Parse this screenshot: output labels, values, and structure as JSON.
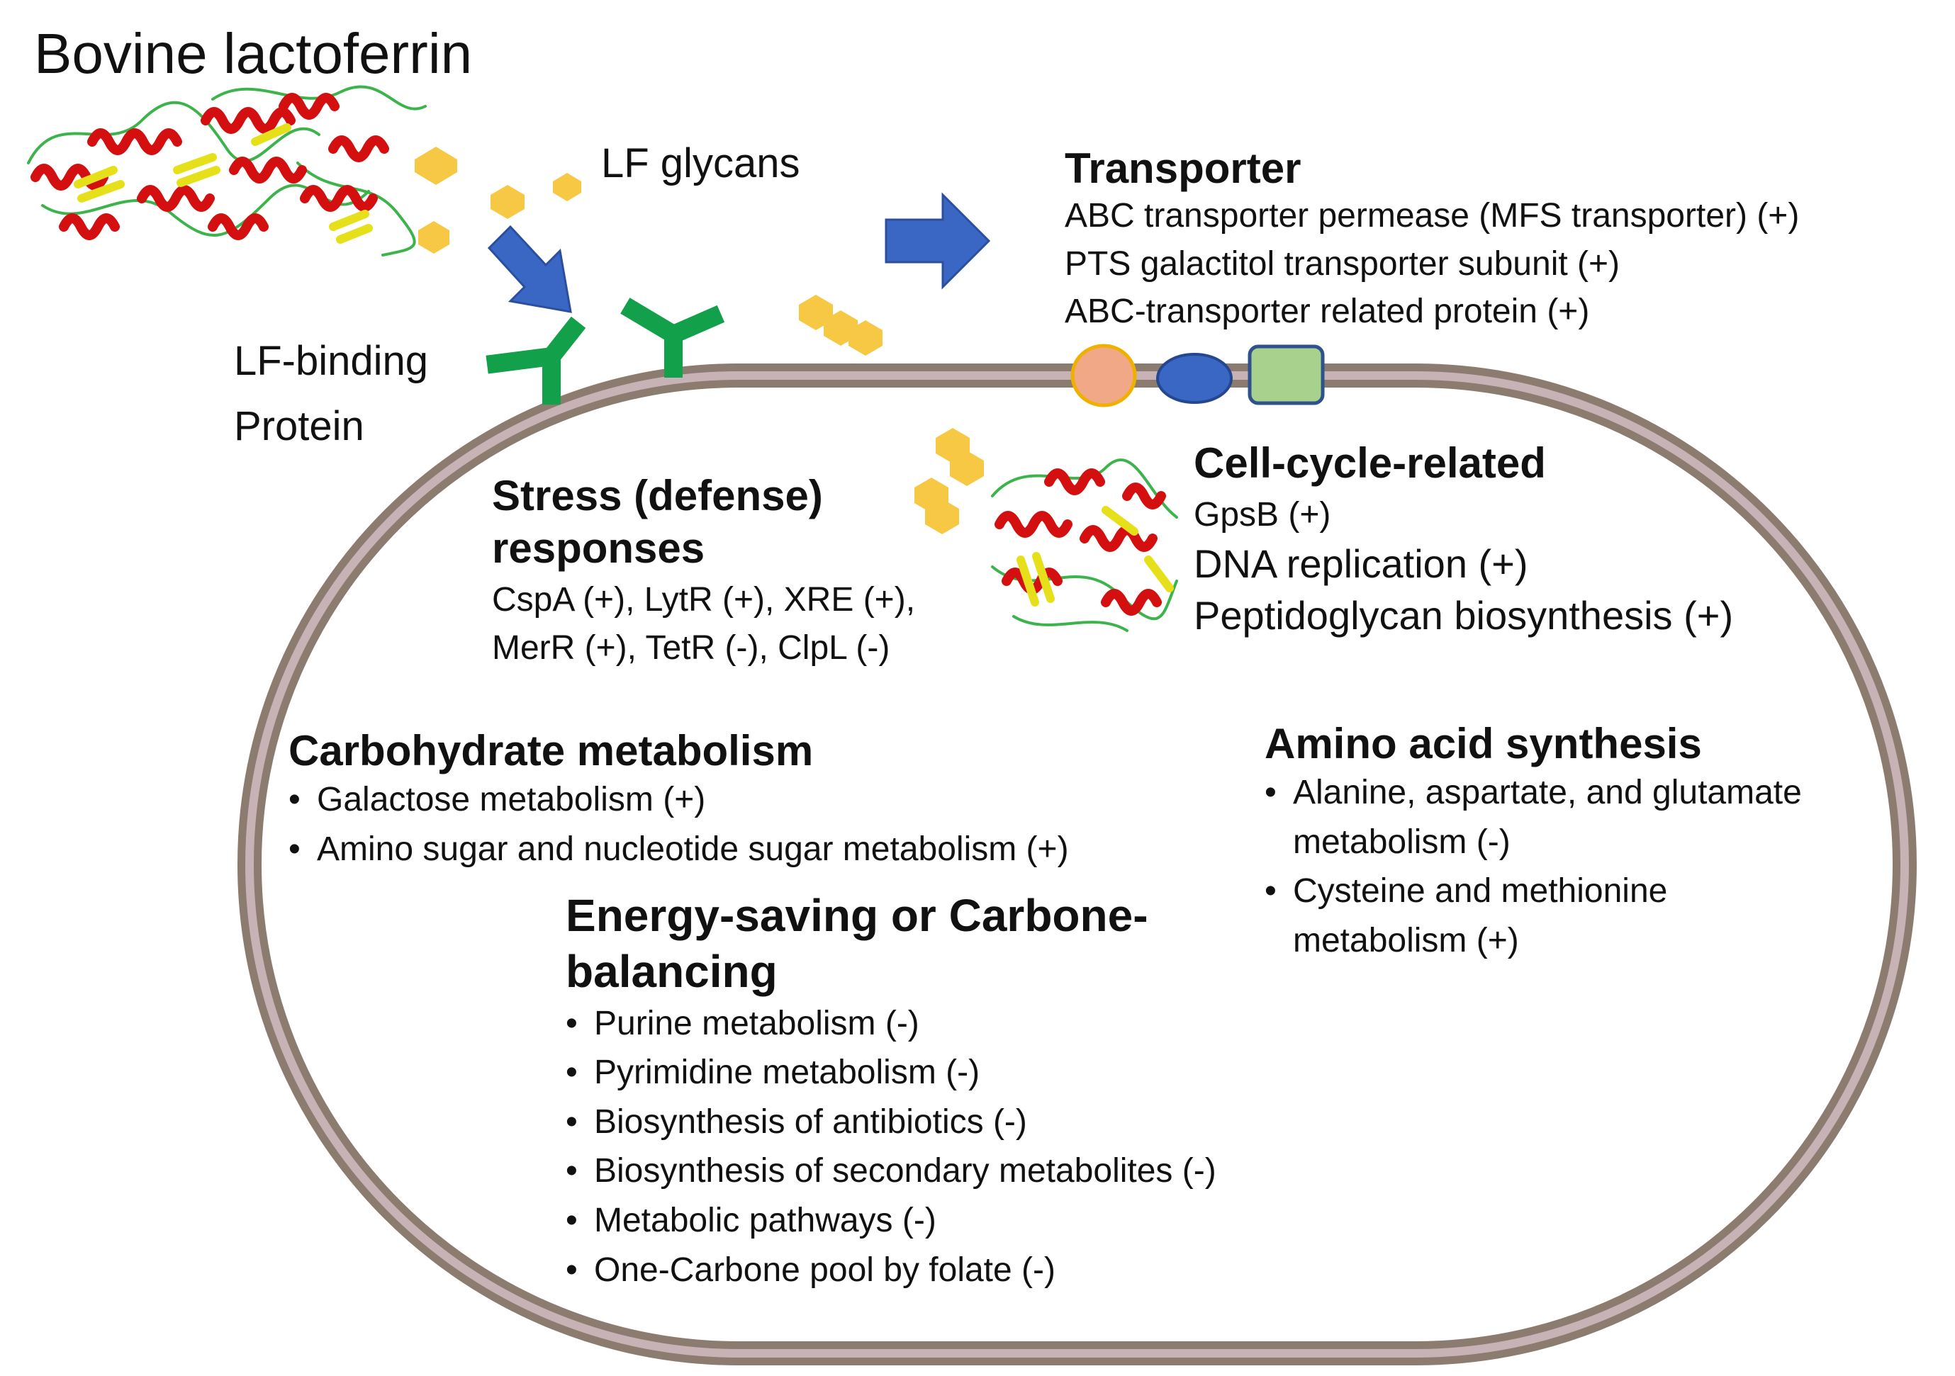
{
  "title": "Bovine lactoferrin",
  "glycans_label": "LF glycans",
  "binding_protein_label": [
    "LF-binding",
    "Protein"
  ],
  "transporter": {
    "heading": "Transporter",
    "items": [
      "ABC transporter permease (MFS transporter) (+)",
      "PTS galactitol transporter subunit (+)",
      "ABC-transporter related protein (+)"
    ]
  },
  "cell_cycle": {
    "heading": "Cell-cycle-related",
    "items": [
      "GpsB (+)",
      "DNA replication (+)",
      "Peptidoglycan biosynthesis (+)"
    ]
  },
  "stress": {
    "heading": [
      "Stress (defense)",
      "responses"
    ],
    "items": [
      "CspA (+), LytR (+), XRE (+),",
      "MerR (+), TetR (-), ClpL (-)"
    ]
  },
  "carbohydrate": {
    "heading": "Carbohydrate metabolism",
    "items": [
      "Galactose metabolism (+)",
      "Amino sugar and nucleotide sugar metabolism (+)"
    ]
  },
  "amino_acid": {
    "heading": "Amino acid synthesis",
    "items": [
      [
        "Alanine, aspartate, and glutamate",
        "metabolism (-)"
      ],
      [
        "Cysteine and methionine",
        "metabolism (+)"
      ]
    ]
  },
  "energy": {
    "heading": [
      "Energy-saving or Carbone-",
      "balancing"
    ],
    "items": [
      "Purine metabolism (-)",
      "Pyrimidine metabolism (-)",
      "Biosynthesis of antibiotics (-)",
      "Biosynthesis of secondary metabolites (-)",
      "Metabolic pathways (-)",
      "One-Carbone pool by folate (-)"
    ]
  },
  "colors": {
    "membrane": "#8c7b6f",
    "membrane_inner": "#c7b2b6",
    "arrow": "#3a67c4",
    "receptor": "#12a04a",
    "glycan": "#f7c843",
    "protein_helix": "#d40f10",
    "protein_sheet": "#e6e01a",
    "protein_loop": "#3cb44b",
    "transporter_orange": "#f0a886",
    "transporter_blue": "#3a67c4",
    "transporter_green": "#a9d18e"
  }
}
